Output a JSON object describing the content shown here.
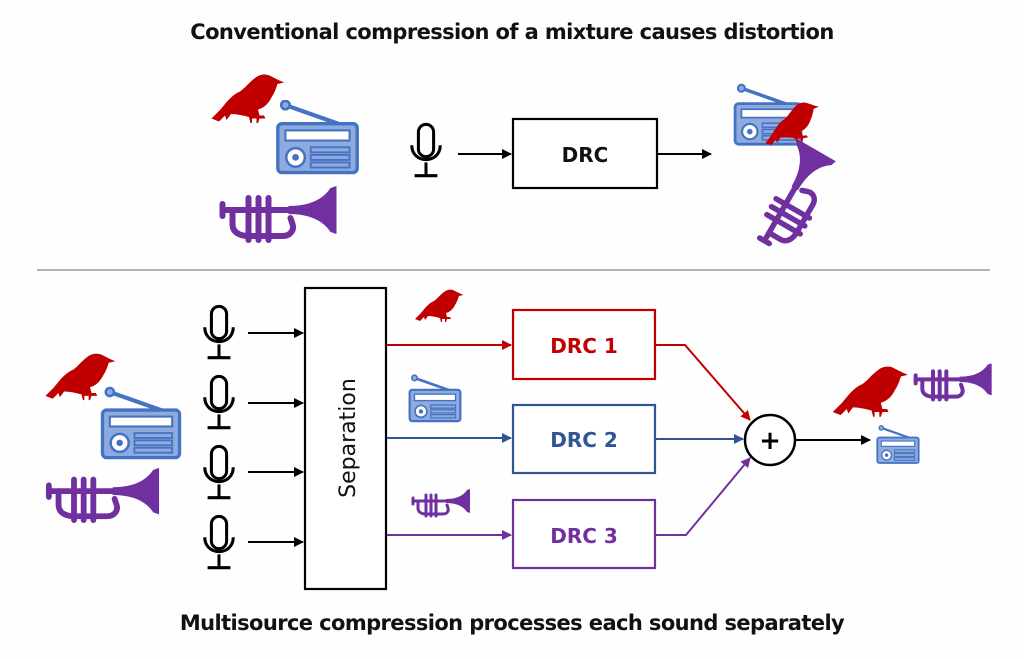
{
  "titles": {
    "top": "Conventional compression of a mixture causes distortion",
    "bottom": "Multisource compression processes each sound separately"
  },
  "colors": {
    "bird": "#C00000",
    "radio_fill": "#8FAADC",
    "radio_stroke": "#4472C4",
    "trumpet": "#7030A0",
    "drc1": "#C00000",
    "drc2": "#2F5597",
    "drc3": "#7030A0",
    "line": "#000000",
    "divider": "#B3B3B3"
  },
  "icons": {
    "sources": [
      "bird-icon",
      "radio-icon",
      "trumpet-icon"
    ],
    "input": "microphone-icon",
    "sum": "plus-circle"
  },
  "top_section": {
    "block_label": "DRC",
    "input_count": 1,
    "output": "distorted-mixture"
  },
  "bottom_section": {
    "separation_label": "Separation",
    "input_count": 4,
    "branches": [
      {
        "source": "bird",
        "label": "DRC 1"
      },
      {
        "source": "radio",
        "label": "DRC 2"
      },
      {
        "source": "trumpet",
        "label": "DRC 3"
      }
    ],
    "sum_label": "+",
    "output": "clean-mixture"
  }
}
